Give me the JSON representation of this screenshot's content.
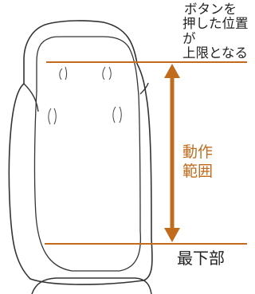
{
  "labels": {
    "top_line1": "ボタンを",
    "top_line2": "押した位置が",
    "top_line3": "上限となる",
    "range_line1": "動作",
    "range_line2": "範囲",
    "bottom": "最下部"
  },
  "colors": {
    "accent": "#c26b1d",
    "outline": "#333333",
    "text": "#222222"
  }
}
